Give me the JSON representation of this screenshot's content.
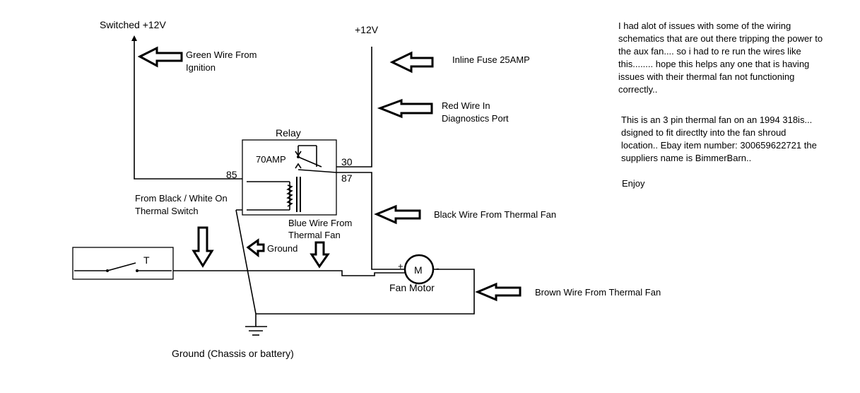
{
  "labels": {
    "switched_12v": "Switched +12V",
    "plus_12v": "+12V",
    "green_wire_line1": "Green Wire From",
    "green_wire_line2": "Ignition",
    "inline_fuse": "Inline Fuse  25AMP",
    "red_wire_line1": "Red Wire In",
    "red_wire_line2": "Diagnostics Port",
    "relay": "Relay",
    "relay_amp": "70AMP",
    "pin_30": "30",
    "pin_85": "85",
    "pin_87": "87",
    "black_white_line1": "From Black / White On",
    "black_white_line2": "Thermal Switch",
    "blue_wire_line1": "Blue Wire From",
    "blue_wire_line2": "Thermal Fan",
    "ground_small": "Ground",
    "black_wire": "Black Wire  From Thermal Fan",
    "thermal_switch_t": "T",
    "motor_m": "M",
    "motor_plus": "+",
    "motor_minus": "-",
    "fan_motor": "Fan Motor",
    "brown_wire": "Brown Wire From Thermal Fan",
    "ground_chassis": "Ground (Chassis or battery)"
  },
  "notes": {
    "para1_line1": "I had alot of issues with some of the wiring",
    "para1_line2": "schematics that are out there tripping the power to",
    "para1_line3": "the aux fan.... so i  had  to re run the wires like",
    "para1_line4": "this........ hope this helps any one that is having",
    "para1_line5": "issues with their thermal fan not functioning",
    "para1_line6": "correctly..",
    "para2_line1": "This is an 3 pin thermal fan on an 1994 318is...",
    "para2_line2": "dsigned to fit directlty into the fan shroud",
    "para2_line3": "location.. Ebay item number: 300659622721 the",
    "para2_line4": "suppliers name is BimmerBarn..",
    "enjoy": "Enjoy"
  }
}
